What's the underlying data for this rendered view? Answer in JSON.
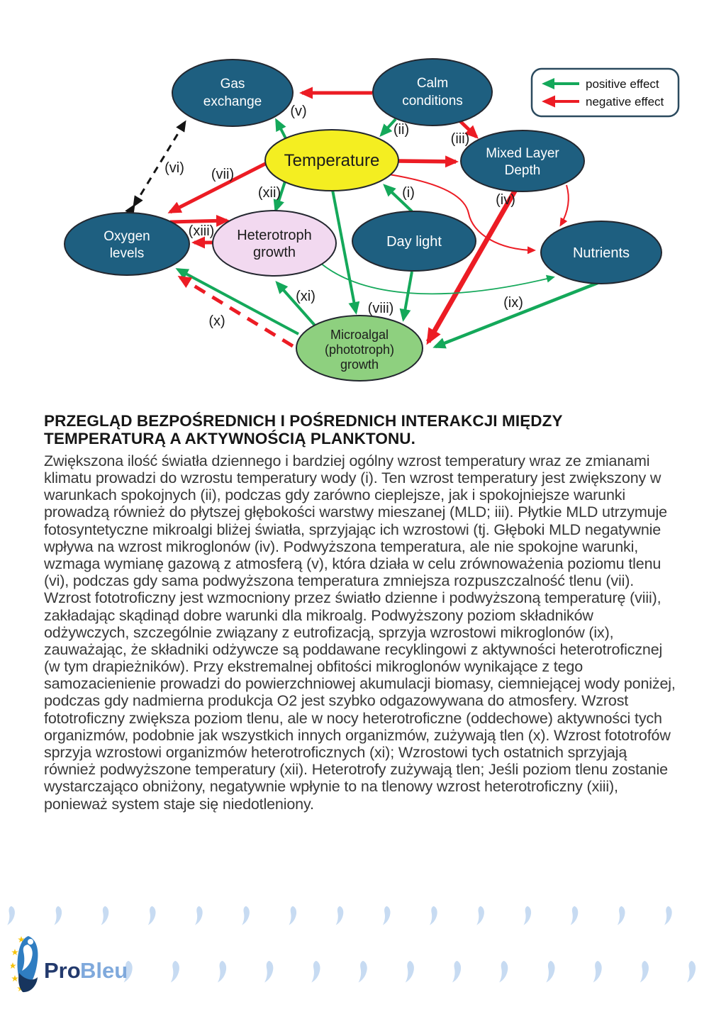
{
  "diagram": {
    "legend": {
      "positive_label": "positive effect",
      "negative_label": "negative effect"
    },
    "nodes": {
      "gas_exchange": {
        "line1": "Gas",
        "line2": "exchange"
      },
      "calm_conditions": {
        "line1": "Calm",
        "line2": "conditions"
      },
      "temperature": {
        "label": "Temperature"
      },
      "mixed_layer_depth": {
        "line1": "Mixed Layer",
        "line2": "Depth"
      },
      "oxygen_levels": {
        "line1": "Oxygen",
        "line2": "levels"
      },
      "heterotroph_growth": {
        "line1": "Heterotroph",
        "line2": "growth"
      },
      "day_light": {
        "label": "Day light"
      },
      "nutrients": {
        "label": "Nutrients"
      },
      "microalgal_growth": {
        "line1": "Microalgal",
        "line2": "(phototroph)",
        "line3": "growth"
      }
    },
    "edge_labels": {
      "i": "(i)",
      "ii": "(ii)",
      "iii": "(iii)",
      "iv": "(iv)",
      "v": "(v)",
      "vi": "(vi)",
      "vii": "(vii)",
      "viii": "(viii)",
      "ix": "(ix)",
      "x": "(x)",
      "xi": "(xi)",
      "xii": "(xii)",
      "xiii": "(xiii)"
    }
  },
  "article": {
    "heading": "PRZEGLĄD BEZPOŚREDNICH I POŚREDNICH INTERAKCJI MIĘDZY TEMPERATURĄ A AKTYWNOŚCIĄ PLANKTONU.",
    "body": "Zwiększona ilość światła dziennego i bardziej ogólny wzrost temperatury wraz ze zmianami klimatu prowadzi do wzrostu temperatury wody (i). Ten wzrost temperatury jest zwiększony w warunkach spokojnych (ii), podczas gdy zarówno cieplejsze, jak i spokojniejsze warunki prowadzą również do płytszej głębokości warstwy mieszanej (MLD; iii). Płytkie MLD utrzymuje fotosyntetyczne mikroalgi bliżej światła, sprzyjając ich wzrostowi (tj. Głęboki MLD negatywnie wpływa na wzrost mikroglonów (iv). Podwyższona temperatura, ale nie spokojne warunki, wzmaga wymianę gazową z atmosferą (v), która działa w celu zrównoważenia poziomu tlenu (vi), podczas gdy sama podwyższona temperatura zmniejsza rozpuszczalność tlenu (vii). Wzrost fototroficzny jest wzmocniony przez światło dzienne i podwyższoną temperaturę (viii), zakładając skądinąd dobre warunki dla mikroalg. Podwyższony poziom składników odżywczych, szczególnie związany z eutrofizacją, sprzyja wzrostowi mikroglonów (ix), zauważając, że składniki odżywcze są poddawane recyklingowi z aktywności heterotroficznej (w tym drapieżników). Przy ekstremalnej obfitości mikroglonów wynikające z tego samozacienienie prowadzi do powierzchniowej akumulacji biomasy, ciemniejącej wody poniżej, podczas gdy nadmierna produkcja O2 jest szybko odgazowywana do atmosfery. Wzrost fototroficzny zwiększa poziom tlenu, ale w nocy heterotroficzne (oddechowe) aktywności tych organizmów, podobnie jak wszystkich innych organizmów, zużywają tlen (x). Wzrost fototrofów sprzyja wzrostowi organizmów heterotroficznych (xi); Wzrostowi tych ostatnich sprzyjają również podwyższone temperatury (xii). Heterotrofy zużywają tlen; Jeśli poziom tlenu zostanie wystarczająco obniżony, negatywnie wpłynie to na tlenowy wzrost heterotroficzny (xiii), ponieważ system staje się niedotleniony."
  },
  "logo": {
    "pro": "Pro",
    "bleu": "Bleu"
  },
  "colors": {
    "node_teal": "#1e5f80",
    "node_yellow": "#f4ee21",
    "node_pink": "#f2d9f0",
    "node_green": "#8ed07f",
    "arrow_green": "#14a85a",
    "arrow_red": "#ec1c24",
    "arrow_black": "#141414",
    "drop_blue": "#c7dbf2",
    "logo_navy": "#17355e",
    "logo_blue": "#2f7dc1",
    "star_yellow": "#f6c40e"
  }
}
